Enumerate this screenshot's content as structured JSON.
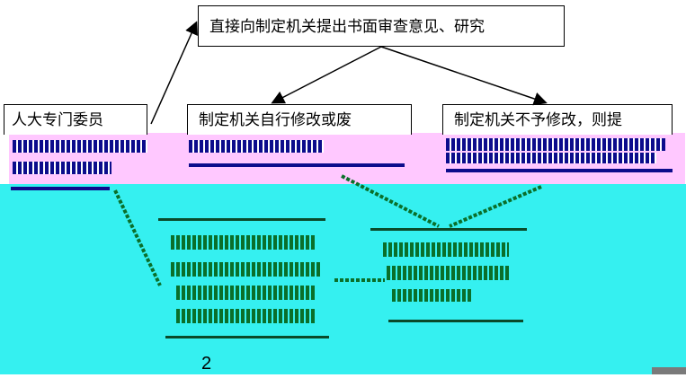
{
  "diagram": {
    "top_box": "直接向制定机关提出书面审查意见、研究",
    "left_box": "人大专门委员",
    "middle_box": "制定机关自行修改或废",
    "right_box": "制定机关不予修改，则提",
    "page_number": "2"
  },
  "colors": {
    "band_cyan": "#35f0f0",
    "band_pink": "#ffc8ff",
    "garble_blue": "#0c0c8c",
    "garble_green": "#0a6f2a"
  }
}
